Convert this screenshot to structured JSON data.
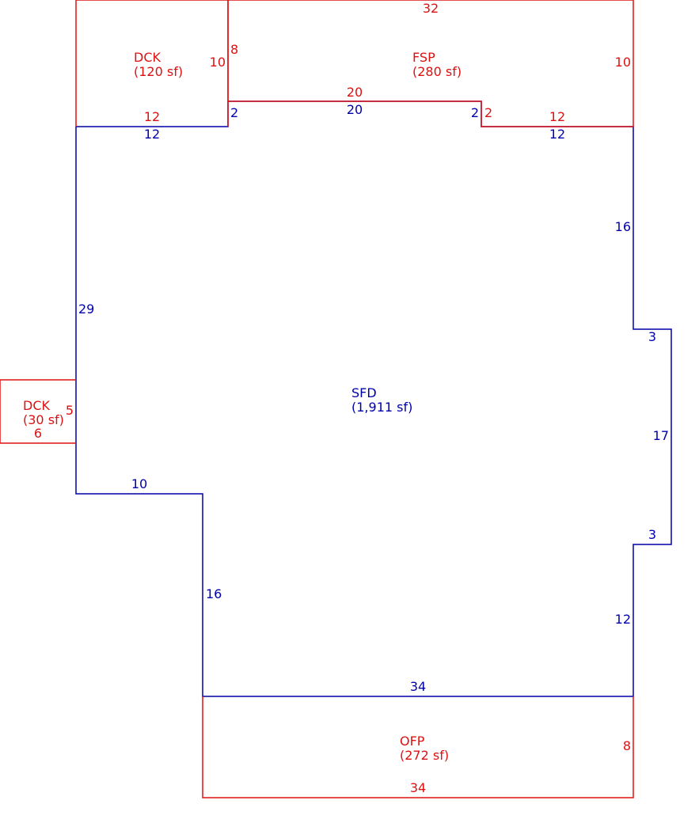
{
  "colors": {
    "main": "#0000aa",
    "addition": "#dd1111"
  },
  "areas": {
    "sfd": {
      "name": "SFD",
      "area": "(1,911 sf)"
    },
    "fsp": {
      "name": "FSP",
      "area": "(280 sf)"
    },
    "dck_top": {
      "name": "DCK",
      "area": "(120 sf)"
    },
    "dck_left": {
      "name": "DCK",
      "area": "(30 sf)"
    },
    "ofp": {
      "name": "OFP",
      "area": "(272 sf)"
    }
  },
  "dimensions": {
    "fsp": {
      "top": "32",
      "right": "10",
      "bottom_mid": "20",
      "step_a": "2",
      "bottom_right": "12",
      "left": "8"
    },
    "dck_top": {
      "right": "10",
      "bottom": "12"
    },
    "sfd": {
      "top_left": "12",
      "step_a": "2",
      "top_mid": "20",
      "step_b": "2",
      "top_right": "12",
      "right_upper": "16",
      "jog_top": "3",
      "bump": "17",
      "jog_bottom": "3",
      "right_lower": "12",
      "bottom": "34",
      "left_lower": "16",
      "notch": "10",
      "left": "29"
    },
    "dck_left": {
      "right": "5",
      "bottom": "6"
    },
    "ofp": {
      "right": "8",
      "bottom": "34"
    }
  }
}
